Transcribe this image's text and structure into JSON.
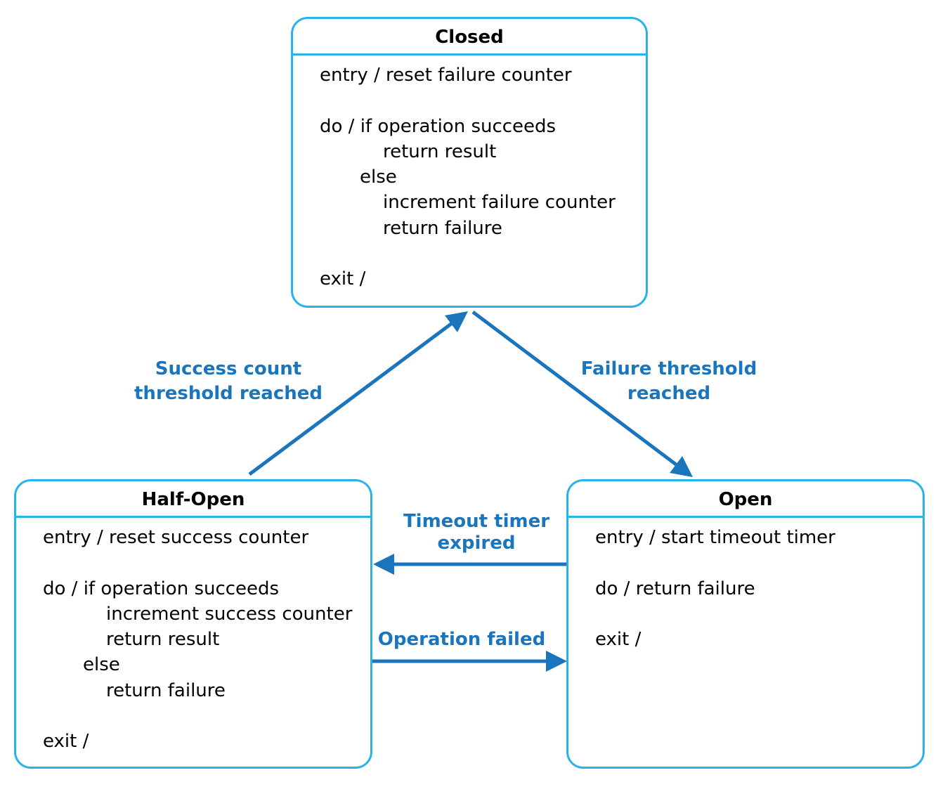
{
  "accent_color": "#29b3e8",
  "arrow_color": "#1b75bc",
  "states": {
    "closed": {
      "title": "Closed",
      "lines": [
        "entry / reset failure counter",
        "do / if operation succeeds",
        "return result",
        "else",
        "increment failure counter",
        "return failure",
        "exit /"
      ]
    },
    "half_open": {
      "title": "Half-Open",
      "lines": [
        "entry / reset success counter",
        "do / if operation succeeds",
        "increment success counter",
        "return result",
        "else",
        "return failure",
        "exit /"
      ]
    },
    "open": {
      "title": "Open",
      "lines": [
        "entry / start timeout timer",
        "do / return failure",
        "exit /"
      ]
    }
  },
  "transitions": {
    "success_threshold": [
      "Success count",
      "threshold reached"
    ],
    "failure_threshold": [
      "Failure threshold",
      "reached"
    ],
    "timeout_expired": [
      "Timeout timer",
      "expired"
    ],
    "operation_failed": [
      "Operation failed"
    ]
  }
}
